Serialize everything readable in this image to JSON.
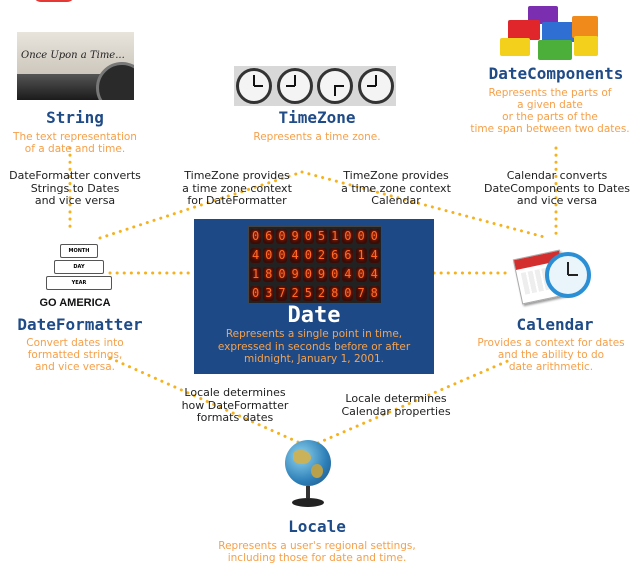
{
  "nodes": {
    "string": {
      "title": "String",
      "desc": "The text representation\nof a date and time.",
      "image_caption": "Once Upon a Time..."
    },
    "timezone": {
      "title": "TimeZone",
      "desc": "Represents a time zone."
    },
    "datecomponents": {
      "title": "DateComponents",
      "desc": "Represents the parts of\na given date\nor the parts of the\ntime span between two dates."
    },
    "dateformatter": {
      "title": "DateFormatter",
      "desc": "Convert dates into\nformatted strings,\nand vice versa.",
      "logo_text": "GO AMERICA",
      "tiers": [
        "MONTH",
        "DAY",
        "YEAR"
      ]
    },
    "date": {
      "title": "Date",
      "desc": "Represents a single point in time,\nexpressed in seconds before or after\nmidnight, January 1, 2001.",
      "digits": [
        "0609051000",
        "4004026614",
        "1809090404",
        "0372528078"
      ]
    },
    "calendar": {
      "title": "Calendar",
      "desc": "Provides a context for dates\nand the ability to do\ndate arithmetic."
    },
    "locale": {
      "title": "Locale",
      "desc": "Represents a user's regional settings,\nincluding those for date and time."
    }
  },
  "relations": {
    "formatter_string": "DateFormatter converts\nStrings to Dates\nand vice versa",
    "timezone_formatter": "TimeZone provides\na time zone context\nfor DateFormatter",
    "timezone_calendar": "TimeZone provides\na time zone context\nCalendar",
    "calendar_components": "Calendar converts\nDateComponents to Dates\nand vice versa",
    "locale_formatter": "Locale determines\nhow DateFormatter\nformats dates",
    "locale_calendar": "Locale determines\nCalendar properties"
  },
  "colors": {
    "title": "#1f4b87",
    "desc": "#f5a04a",
    "dots": "#f5b21e",
    "date_box": "#1d4a86"
  }
}
